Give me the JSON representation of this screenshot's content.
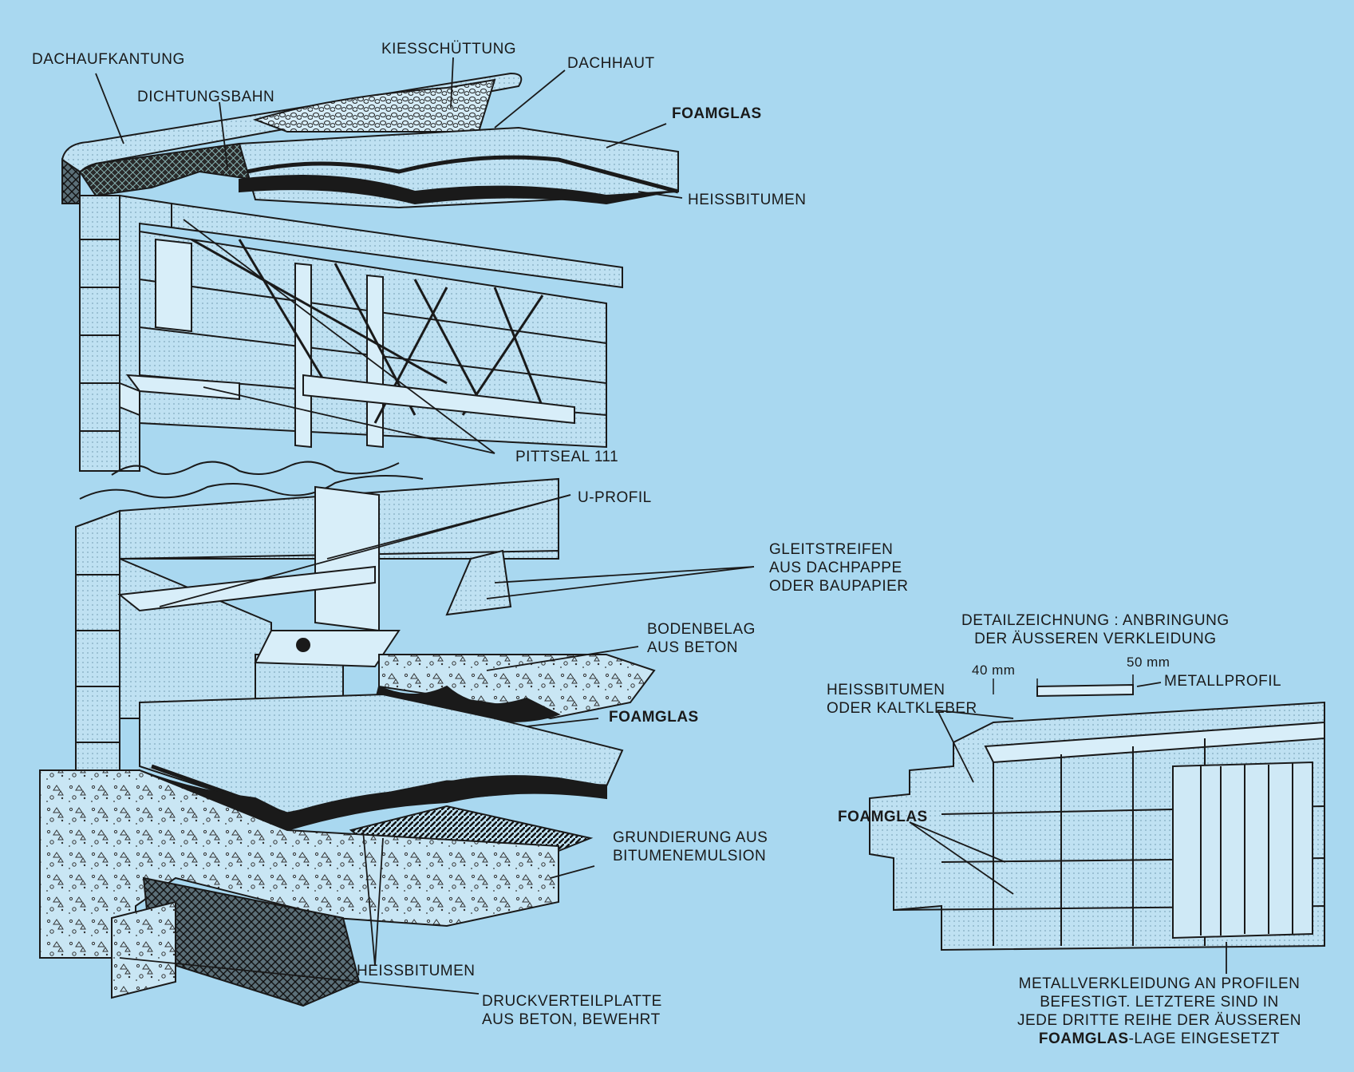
{
  "colors": {
    "background": "#a9d8f0",
    "ink": "#1a1a1a",
    "block_fill": "#bcdff0",
    "bitumen": "#1a1a1a"
  },
  "labels": {
    "dachaufkantung": "DACHAUFKANTUNG",
    "kiesschuettung": "KIESSCHÜTTUNG",
    "dachhaut": "DACHHAUT",
    "dichtungsbahn": "DICHTUNGSBAHN",
    "foamglas_roof": "FOAMGLAS",
    "heissbitumen_roof": "HEISSBITUMEN",
    "pittseal": "PITTSEAL 111",
    "u_profil": "U-PROFIL",
    "gleitstreifen": [
      "GLEITSTREIFEN",
      "AUS DACHPAPPE",
      "ODER BAUPAPIER"
    ],
    "bodenbelag": [
      "BODENBELAG",
      "AUS BETON"
    ],
    "foamglas_floor": "FOAMGLAS",
    "grundierung": [
      "GRUNDIERUNG AUS",
      "BITUMENEMULSION"
    ],
    "heissbitumen_floor": "HEISSBITUMEN",
    "druckverteilplatte": [
      "DRUCKVERTEILPLATTE",
      "AUS BETON, BEWEHRT"
    ]
  },
  "detail": {
    "title": [
      "DETAILZEICHNUNG : ANBRINGUNG",
      "DER ÄUSSEREN VERKLEIDUNG"
    ],
    "dim_40": "40 mm",
    "dim_50": "50 mm",
    "metallprofil": "METALLPROFIL",
    "heissbitumen": [
      "HEISSBITUMEN",
      "ODER KALTKLEBER"
    ],
    "foamglas": "FOAMGLAS",
    "caption_line1": "METALLVERKLEIDUNG AN PROFILEN",
    "caption_line2": "BEFESTIGT. LETZTERE SIND IN",
    "caption_line3": "JEDE DRITTE REIHE DER ÄUSSEREN",
    "caption_line4_bold": "FOAMGLAS",
    "caption_line4_rest": "-LAGE EINGESETZT"
  }
}
